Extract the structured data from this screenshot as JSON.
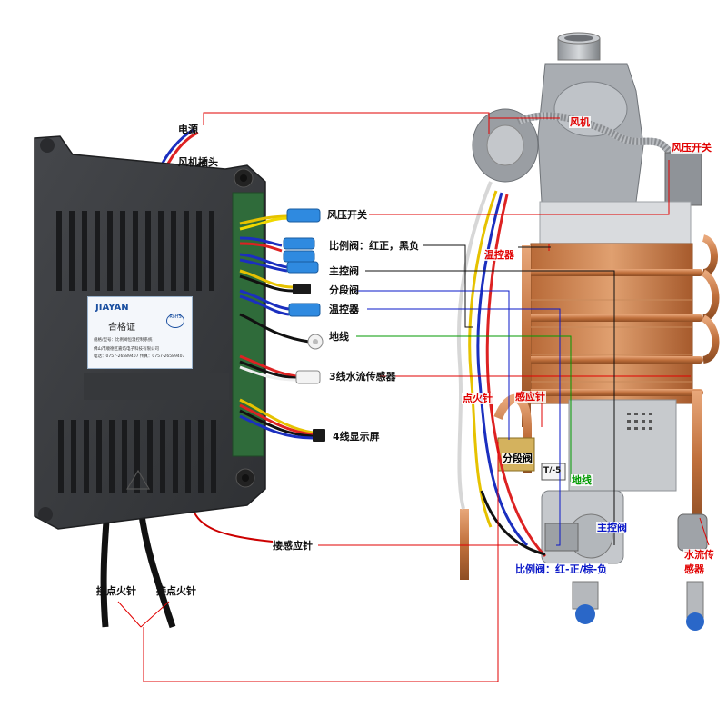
{
  "colors": {
    "callout_line": "#e10000",
    "blue_line": "#0a18c8",
    "green_line": "#009a00",
    "controller_body": "#3a3c40",
    "copper": "#c77a45"
  },
  "controller": {
    "brand": "JIAYAN",
    "certificate_title": "合格证",
    "certificate_model": "规格/型号：比例阀恒温控制系统",
    "certificate_maker": "佛山市顺德区嘉焰电子科技有限公司",
    "certificate_phone": "电话：0757-26589407  传真：0757-26589407",
    "badge": "RoHS"
  },
  "left_labels": {
    "power": "电源",
    "fan_plug": "风机插头",
    "air_pressure_switch": "风压开关",
    "proportional_valve": "比例阀：红正，黑负",
    "main_valve": "主控阀",
    "segment_valve": "分段阀",
    "thermostat": "温控器",
    "ground": "地线",
    "flow_sensor": "3线水流传感器",
    "display": "4线显示屏",
    "sensing_needle": "接感应针",
    "igniter_1": "接点火针",
    "igniter_2": "接点火针"
  },
  "right_labels": {
    "fan": "风机",
    "air_pressure_switch": "风压开关",
    "thermostat": "温控器",
    "igniter": "点火针",
    "sensing_needle": "感应针",
    "segment_valve": "分段阀",
    "ground": "地线",
    "main_valve": "主控阀",
    "proportional_valve": "比例阀：红-正/棕-负",
    "flow_sensor_line1": "水流传",
    "flow_sensor_line2": "感器",
    "valve_tag": "T/-5"
  }
}
